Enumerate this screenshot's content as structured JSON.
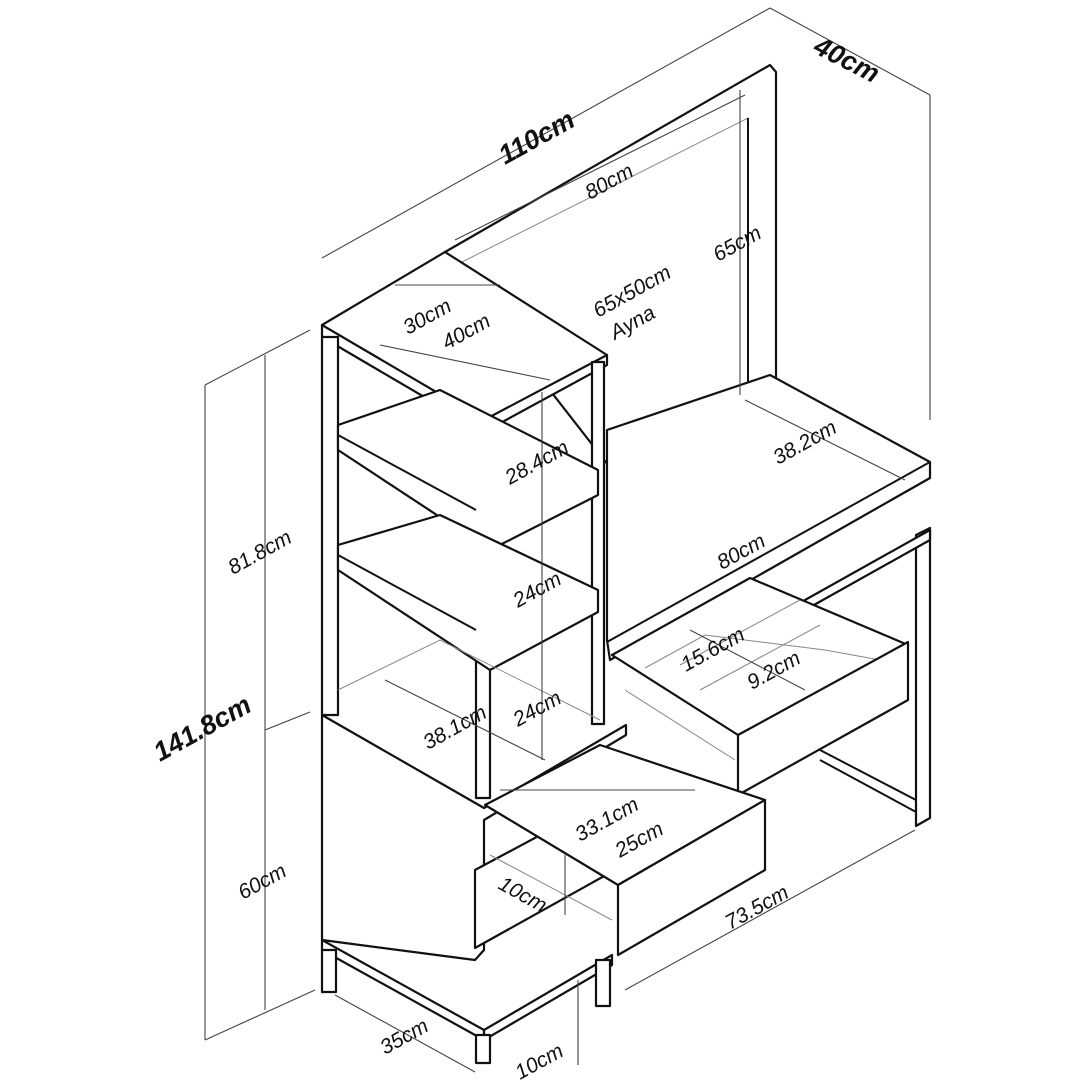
{
  "title": "Dressing table with shelf tower – dimensions",
  "colors": {
    "line": "#111111",
    "thin": "#888888",
    "background": "#ffffff"
  },
  "dimensions": {
    "total_width": "110cm",
    "total_depth": "40cm",
    "total_height": "141.8cm",
    "mirror_frame_width": "80cm",
    "mirror_frame_height": "65cm",
    "mirror_size": "65x50cm",
    "mirror_label": "Ayna",
    "tower_inner_width": "30cm",
    "tower_depth": "40cm",
    "desk_depth": "38.2cm",
    "desk_width": "80cm",
    "shelf_1_height": "28.4cm",
    "shelf_2_height": "24cm",
    "shelf_3_height": "24cm",
    "shelf_inner_depth": "38.1cm",
    "tower_upper_height": "81.8cm",
    "cabinet_height": "60cm",
    "drawer_divider_a": "15.6cm",
    "drawer_divider_b": "9.2cm",
    "drawer_depth": "33.1cm",
    "drawer_width": "25cm",
    "drawer_height": "10cm",
    "desk_height": "73.5cm",
    "cabinet_depth": "35cm",
    "leg_height": "10cm"
  }
}
